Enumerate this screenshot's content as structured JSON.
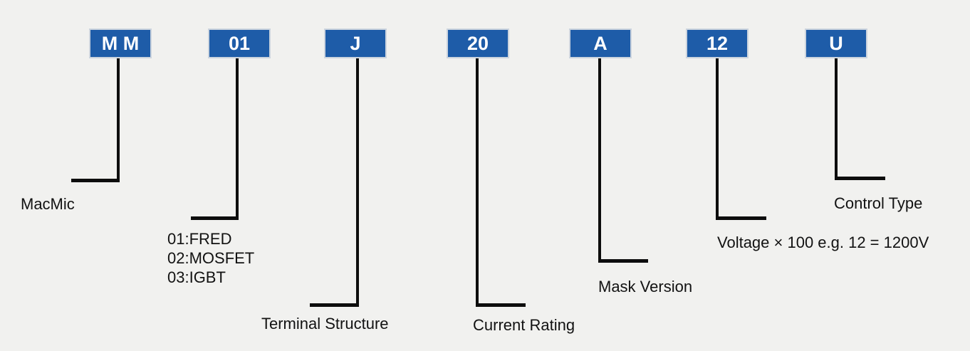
{
  "colors": {
    "bg": "#f1f1ef",
    "box_fill": "#1e5ca8",
    "box_border": "#ccd4de",
    "line": "#0d0d0d",
    "text": "#121212",
    "code_text": "#ffffff"
  },
  "segments": [
    {
      "code": "M M",
      "label": "MacMic"
    },
    {
      "code": "01",
      "label": "01:FRED\n02:MOSFET\n03:IGBT"
    },
    {
      "code": "J",
      "label": "Terminal Structure"
    },
    {
      "code": "20",
      "label": "Current Rating"
    },
    {
      "code": "A",
      "label": "Mask Version"
    },
    {
      "code": "12",
      "label": "Voltage × 100 e.g. 12 = 1200V"
    },
    {
      "code": "U",
      "label": "Control Type"
    }
  ]
}
